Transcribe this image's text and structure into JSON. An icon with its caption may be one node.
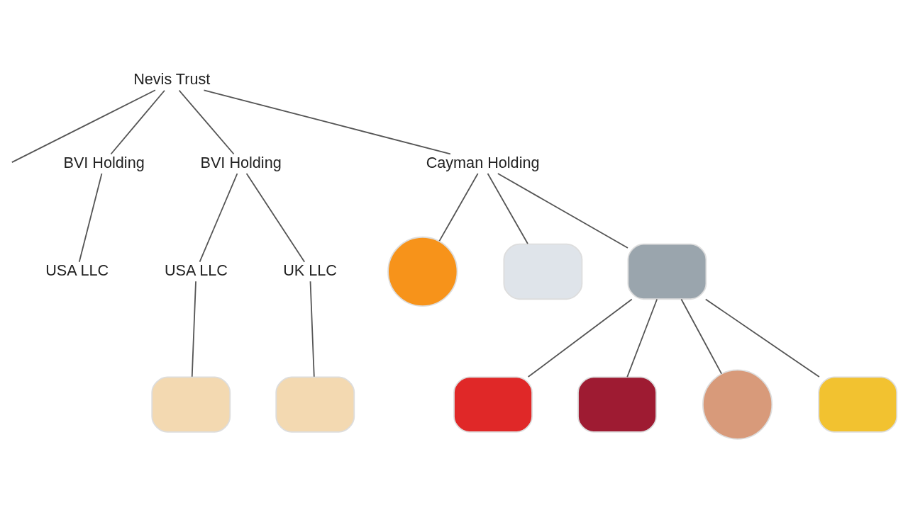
{
  "diagram": {
    "nodes": [
      {
        "text": [
          "Nevis Trust"
        ]
      },
      {
        "text": [
          "BVI Holding"
        ]
      },
      {
        "text": [
          "BVI Holding"
        ]
      },
      {
        "text": [
          "Cayman Holding"
        ]
      },
      {
        "text": [
          "USA LLC"
        ]
      },
      {
        "text": [
          "USA LLC"
        ]
      },
      {
        "text": [
          "UK LLC"
        ]
      },
      {
        "text": [],
        "shape": "box"
      },
      {
        "text": [],
        "shape": "box"
      },
      {
        "text": [],
        "shape": "circle"
      },
      {
        "text": [],
        "shape": "box"
      },
      {
        "text": [],
        "shape": "box"
      },
      {
        "text": [],
        "shape": "box"
      },
      {
        "text": [],
        "shape": "box"
      },
      {
        "text": [],
        "shape": "circle"
      },
      {
        "text": [],
        "shape": "box"
      }
    ],
    "edges": [
      {
        "from": 0,
        "to": null,
        "arrow": "none"
      },
      {
        "from": 0,
        "to": 1,
        "arrow": "none"
      },
      {
        "from": 0,
        "to": 2,
        "arrow": "none"
      },
      {
        "from": 0,
        "to": 3,
        "arrow": "none"
      },
      {
        "from": 1,
        "to": 4,
        "arrow": "none"
      },
      {
        "from": 2,
        "to": 5,
        "arrow": "none"
      },
      {
        "from": 2,
        "to": 6,
        "arrow": "none"
      },
      {
        "from": 5,
        "to": 7,
        "arrow": "none"
      },
      {
        "from": 6,
        "to": 8,
        "arrow": "none"
      },
      {
        "from": 3,
        "to": 9,
        "arrow": "none"
      },
      {
        "from": 3,
        "to": 10,
        "arrow": "none"
      },
      {
        "from": 3,
        "to": 11,
        "arrow": "none"
      },
      {
        "from": 11,
        "to": 12,
        "arrow": "none"
      },
      {
        "from": 11,
        "to": 13,
        "arrow": "none"
      },
      {
        "from": 11,
        "to": 14,
        "arrow": "none"
      },
      {
        "from": 11,
        "to": 15,
        "arrow": "none"
      }
    ]
  }
}
